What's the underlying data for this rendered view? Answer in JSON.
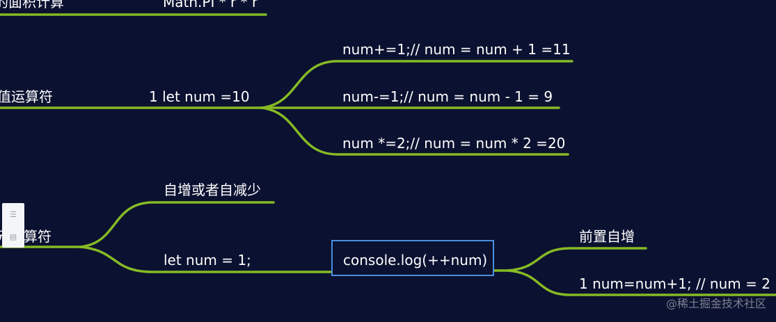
{
  "nodes": {
    "area_calc_partial": "的面积计算",
    "math_pi_partial": "Math.PI * r * r",
    "assign_op_partial": "值运算符",
    "let_num_10": "1 let num =10",
    "num_plus_eq": "num+=1;// num = num + 1 =11",
    "num_minus_eq": "num-=1;// num = num - 1 = 9",
    "num_times_eq": "num *=2;// num = num * 2 =20",
    "incr_op_partial": "元运算符",
    "incr_or_decr": "自增或者自减少",
    "let_num_1": "let num = 1;",
    "console_log": "console.log(++num)",
    "pre_increment": "前置自增",
    "num_eq_num_plus_1": "1 num=num+1; //  num = 2"
  },
  "toolbar": {
    "icon_top": "list-icon",
    "icon_bottom": "document-icon"
  },
  "watermark": "@稀土掘金技术社区",
  "colors": {
    "background": "#0b1130",
    "branch": "#86ba25",
    "highlight_border": "#4a8fe0",
    "text": "#ffffff"
  }
}
